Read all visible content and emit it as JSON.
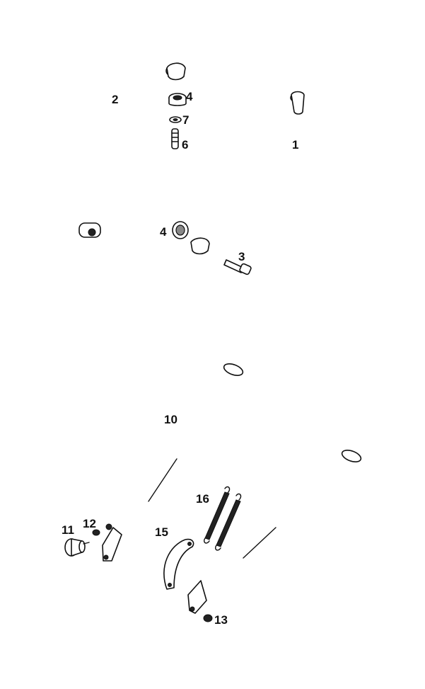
{
  "callouts": {
    "c1": "1",
    "c2": "2",
    "c3": "3",
    "c4a": "4",
    "c4b": "4",
    "c6": "6",
    "c7": "7",
    "c10": "10",
    "c11": "11",
    "c12": "12",
    "c13": "13",
    "c15": "15",
    "c16": "16"
  },
  "icons": [
    "side-stand-arm",
    "rubber-buffer",
    "washer",
    "bolt",
    "center-stand",
    "knob",
    "nut",
    "spring",
    "bracket"
  ]
}
